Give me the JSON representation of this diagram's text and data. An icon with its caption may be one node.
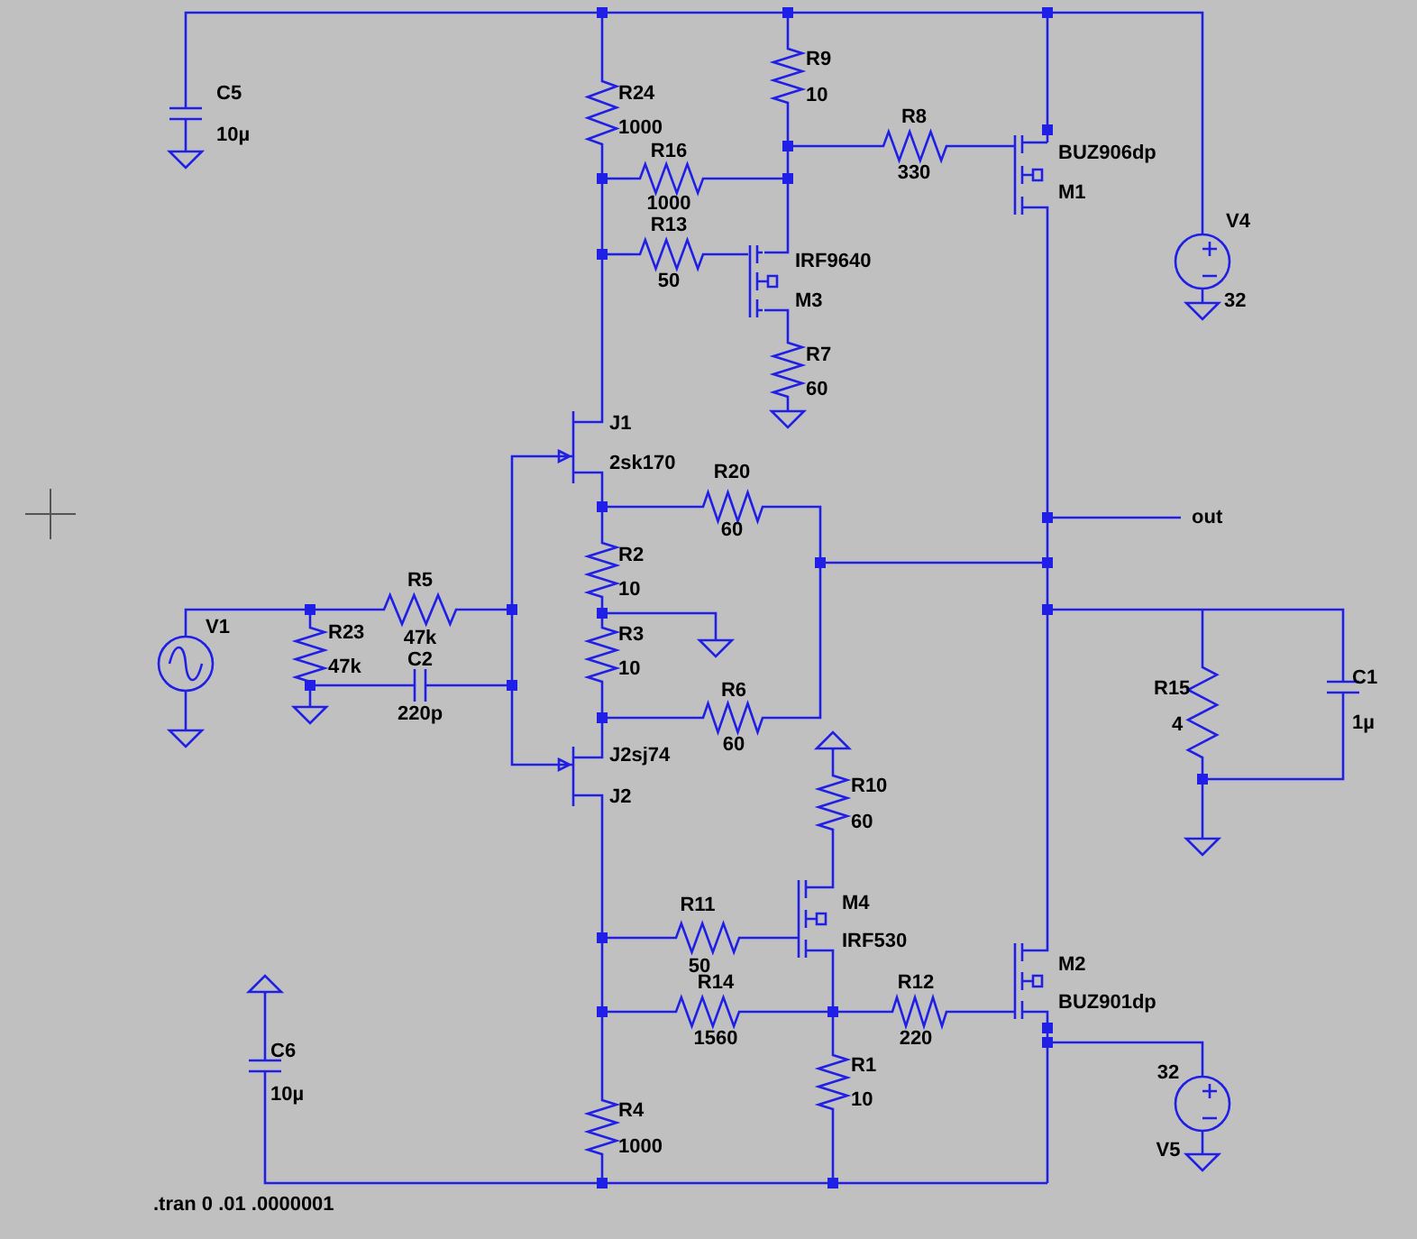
{
  "diagram": {
    "labels": [
      "C5",
      "10µ",
      "R24",
      "1000",
      "R9",
      "10",
      "R8",
      "R16",
      "BUZ906dp",
      "330",
      "1000",
      "M1",
      "R13",
      "IRF9640",
      "50",
      "V4",
      "M3",
      "32",
      "R7",
      "60",
      "J1",
      "2sk170",
      "R20",
      "out",
      "60",
      "R2",
      "10",
      "V1",
      "R5",
      "R23",
      "47k",
      "R3",
      "C2",
      "47k",
      "10",
      "220p",
      "R15",
      "C1",
      "4",
      "1µ",
      "R6",
      "60",
      "J2sj74",
      "R10",
      "J2",
      "60",
      "R11",
      "M4",
      "IRF530",
      "50",
      "M2",
      "R14",
      "R12",
      "BUZ901dp",
      "1560",
      "220",
      "C6",
      "32",
      "10µ",
      "R1",
      "10",
      "R4",
      "1000",
      "V5",
      ".tran 0 .01 .0000001"
    ]
  }
}
